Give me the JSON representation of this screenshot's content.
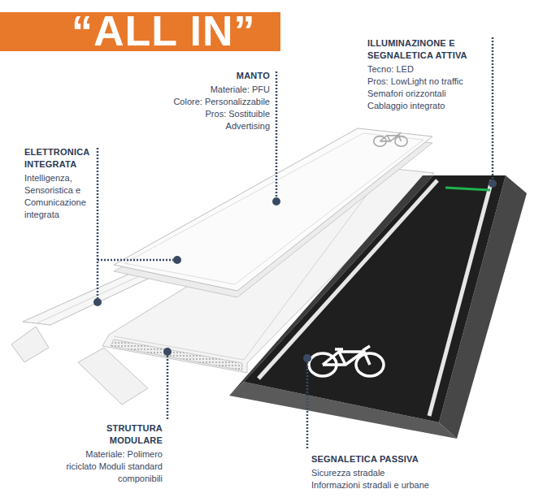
{
  "diagram": {
    "title": "“ALL IN”",
    "labels": [
      "MANTO",
      "Materiale: PFU",
      "Colore: Personalizzabile",
      "Pros: Sostituible",
      "Advertising",
      "ILLUMINAZINONE E SEGNALETICA ATTIVA",
      "Tecno: LED",
      "Pros: LowLight no traffic",
      "Semafori orizzontali",
      "Cablaggio integrato",
      "ELETTRONICA INTEGRATA",
      "Intelligenza, Sensoristica e Comunicazione integrata",
      "STRUTTURA MODULARE",
      "Materiale: Polimero riciclato Moduli standard componibili",
      "SEGNALETICA PASSIVA",
      "Sicurezza stradale",
      "Informazioni stradali e urbane"
    ]
  }
}
